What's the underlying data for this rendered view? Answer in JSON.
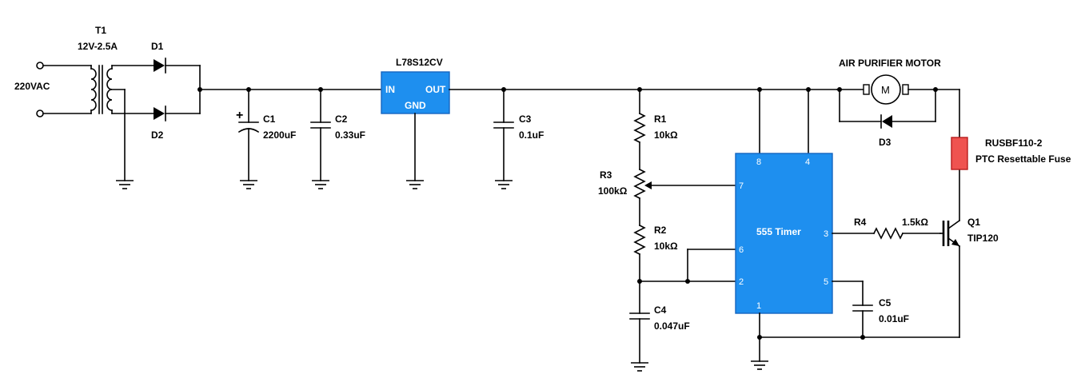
{
  "labels": {
    "t1_name": "T1",
    "t1_value": "12V-2.5A",
    "ac_source": "220VAC",
    "d1": "D1",
    "d2": "D2",
    "c1_name": "C1",
    "c1_value": "2200uF",
    "c1_polarity": "+",
    "c2_name": "C2",
    "c2_value": "0.33uF",
    "regulator_name": "L78S12CV",
    "reg_in": "IN",
    "reg_out": "OUT",
    "reg_gnd": "GND",
    "c3_name": "C3",
    "c3_value": "0.1uF",
    "r1_name": "R1",
    "r1_value": "10kΩ",
    "r3_name": "R3",
    "r3_value": "100kΩ",
    "r2_name": "R2",
    "r2_value": "10kΩ",
    "c4_name": "C4",
    "c4_value": "0.047uF",
    "timer_name": "555 Timer",
    "pin_8": "8",
    "pin_4": "4",
    "pin_7": "7",
    "pin_6": "6",
    "pin_2": "2",
    "pin_1": "1",
    "pin_3": "3",
    "pin_5": "5",
    "c5_name": "C5",
    "c5_value": "0.01uF",
    "r4_name": "R4",
    "r4_value": "1.5kΩ",
    "q1_name": "Q1",
    "q1_value": "TIP120",
    "motor_title": "AIR PURIFIER MOTOR",
    "motor_symbol": "M",
    "d3": "D3",
    "fuse_name": "RUSBF110-2",
    "fuse_desc": "PTC Resettable Fuse"
  },
  "colors": {
    "ic_fill": "#1e8fef",
    "ic_stroke": "#1565c0",
    "fuse_fill": "#ef5350",
    "fuse_stroke": "#b71c1c",
    "wire": "#000000"
  },
  "icons": [
    "transformer-icon",
    "diode-icon",
    "capacitor-icon",
    "polarized-capacitor-icon",
    "resistor-icon",
    "potentiometer-icon",
    "ground-icon",
    "motor-icon",
    "npn-darlington-icon",
    "fuse-icon"
  ]
}
